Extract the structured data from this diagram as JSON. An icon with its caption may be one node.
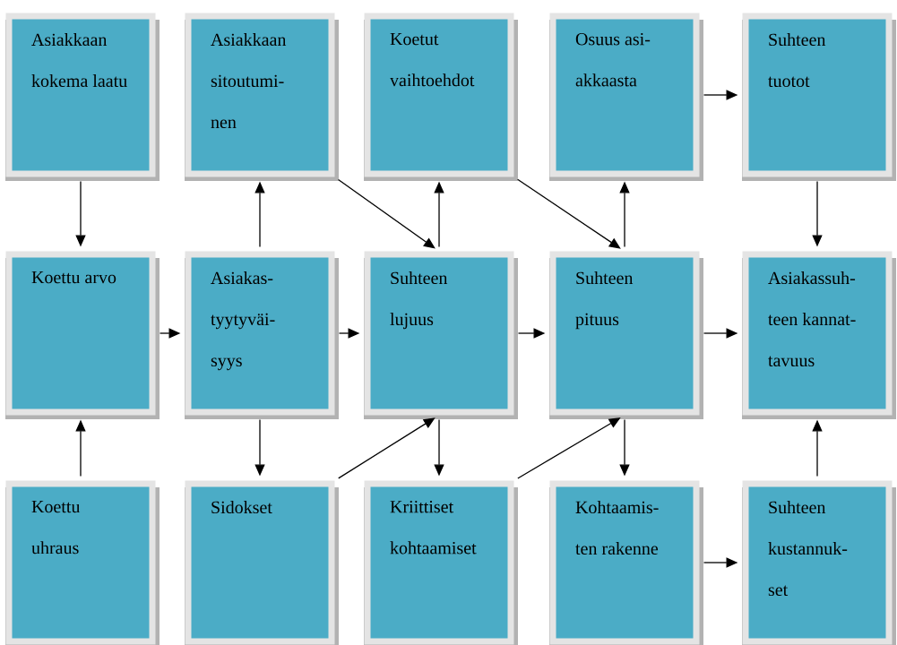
{
  "diagram": {
    "nodes": [
      {
        "text": [
          "Asiakkaan kokema laatu"
        ]
      },
      {
        "text": [
          "Asiakkaan sitoutumi- nen"
        ]
      },
      {
        "text": [
          "Koetut vaihtoehdot"
        ]
      },
      {
        "text": [
          "Osuus asi- akkaasta"
        ]
      },
      {
        "text": [
          "Suhteen tuotot"
        ]
      },
      {
        "text": [
          "Koettu arvo"
        ]
      },
      {
        "text": [
          "Asiakas- tyytyväi- syys"
        ]
      },
      {
        "text": [
          "Suhteen lujuus"
        ]
      },
      {
        "text": [
          "Suhteen pituus"
        ]
      },
      {
        "text": [
          "Asiakassuh- teen kannat- tavuus"
        ]
      },
      {
        "text": [
          "Koettu uhraus"
        ]
      },
      {
        "text": [
          "Sidokset"
        ]
      },
      {
        "text": [
          "Kriittiset kohtaamiset"
        ]
      },
      {
        "text": [
          "Kohtaamis- ten rakenne"
        ]
      },
      {
        "text": [
          "Suhteen kustannuk- set"
        ]
      }
    ],
    "edges": [
      {
        "from": 0,
        "to": 5,
        "arrow": "to"
      },
      {
        "from": 10,
        "to": 5,
        "arrow": "to"
      },
      {
        "from": 5,
        "to": 6,
        "arrow": "to"
      },
      {
        "from": 6,
        "to": 1,
        "arrow": "to"
      },
      {
        "from": 6,
        "to": 11,
        "arrow": "to"
      },
      {
        "from": 6,
        "to": 7,
        "arrow": "to"
      },
      {
        "from": 1,
        "to": 7,
        "arrow": "to"
      },
      {
        "from": 7,
        "to": 2,
        "arrow": "to"
      },
      {
        "from": 7,
        "to": 8,
        "arrow": "to"
      },
      {
        "from": 7,
        "to": 12,
        "arrow": "to"
      },
      {
        "from": 11,
        "to": 7,
        "arrow": "to"
      },
      {
        "from": 2,
        "to": 8,
        "arrow": "to"
      },
      {
        "from": 8,
        "to": 3,
        "arrow": "to"
      },
      {
        "from": 8,
        "to": 9,
        "arrow": "to"
      },
      {
        "from": 8,
        "to": 13,
        "arrow": "to"
      },
      {
        "from": 12,
        "to": 8,
        "arrow": "to"
      },
      {
        "from": 3,
        "to": 4,
        "arrow": "to"
      },
      {
        "from": 4,
        "to": 9,
        "arrow": "to"
      },
      {
        "from": 14,
        "to": 9,
        "arrow": "to"
      },
      {
        "from": 13,
        "to": 14,
        "arrow": "to"
      }
    ]
  }
}
